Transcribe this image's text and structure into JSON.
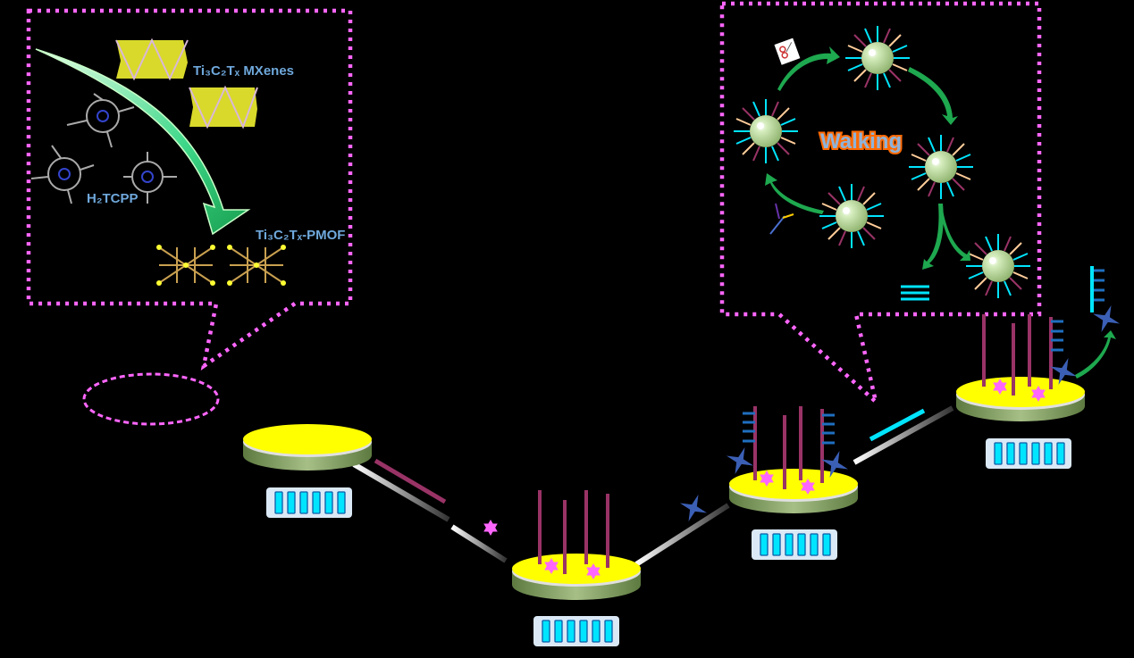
{
  "figure": {
    "labels": {
      "mxenes": "Ti₃C₂Tₓ MXenes",
      "h2tcpp": "H₂TCPP",
      "composite": "Ti₃C₂Tₓ-PMOF",
      "walking": "Walking"
    },
    "colors": {
      "callout_border": "#ff66ff",
      "electrode_top": "#ffff00",
      "electrode_side": "#7a9a5a",
      "dna_strand": "#993366",
      "star_label": "#ff66ff",
      "blue_star": "#3b5fb5",
      "cyan": "#00e5ff",
      "arrow_green": "#2fc970",
      "bead": "#b8d89a"
    },
    "steps": [
      {
        "name": "bare-electrode",
        "strands": 0
      },
      {
        "name": "probe-immobilized",
        "strands": 4
      },
      {
        "name": "target-hybridized",
        "strands": 4
      },
      {
        "name": "walker-product",
        "strands": 4
      }
    ],
    "signal_bars": [
      6,
      6,
      6,
      6
    ]
  }
}
